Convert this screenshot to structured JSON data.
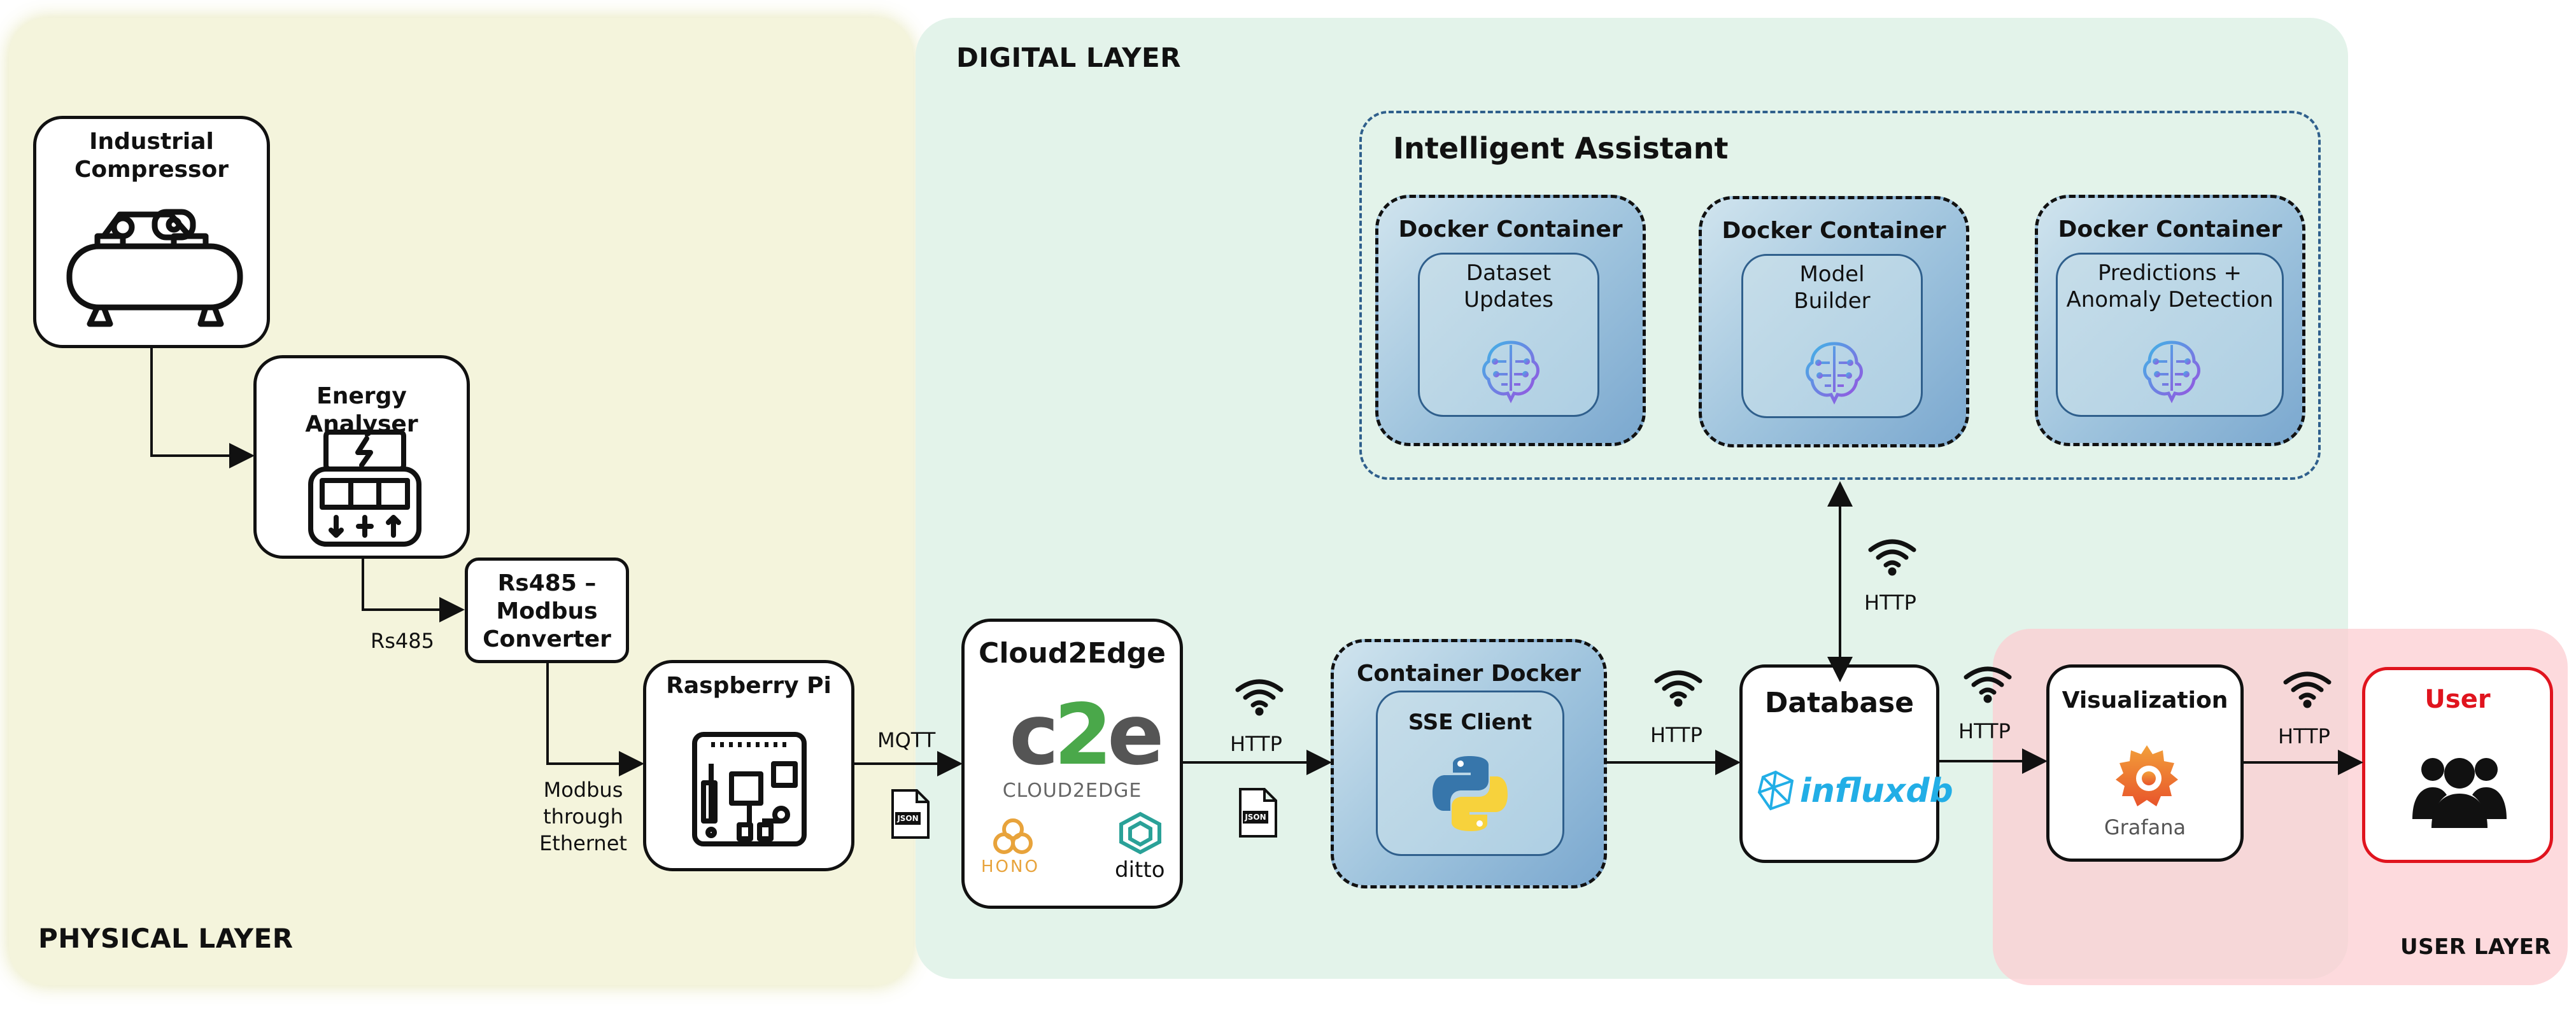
{
  "layers": {
    "physical": "PHYSICAL LAYER",
    "digital": "DIGITAL LAYER",
    "user": "USER LAYER"
  },
  "nodes": {
    "compressor": {
      "title": "Industrial Compressor",
      "icon": "compressor-icon"
    },
    "analyser": {
      "title": "Energy Analyser",
      "icon": "energy-meter-icon"
    },
    "converter": {
      "title": "Rs485 – Modbus Converter"
    },
    "raspberry": {
      "title": "Raspberry Pi",
      "icon": "circuit-board-icon"
    },
    "cloud2edge": {
      "title": "Cloud2Edge",
      "logo_main": "c2e",
      "logo_sub": "CLOUD2EDGE",
      "hono": "HONO",
      "ditto": "ditto"
    },
    "container_docker": {
      "title": "Container Docker",
      "inner": "SSE Client",
      "icon": "python-icon"
    },
    "database": {
      "title": "Database",
      "logo": "influxdb"
    },
    "visualization": {
      "title": "Visualization",
      "logo": "Grafana"
    },
    "user": {
      "title": "User",
      "icon": "users-icon"
    }
  },
  "assistant": {
    "title": "Intelligent Assistant",
    "containers": [
      {
        "title": "Docker Container",
        "inner": "Dataset Updates",
        "icon": "ai-brain-icon"
      },
      {
        "title": "Docker Container",
        "inner": "Model Builder",
        "icon": "ai-brain-icon"
      },
      {
        "title": "Docker Container",
        "inner": "Predictions + Anomaly Detection",
        "icon": "ai-brain-icon"
      }
    ]
  },
  "edges": {
    "rs485": "Rs485",
    "modbus": "Modbus through Ethernet",
    "mqtt": "MQTT",
    "http1": "HTTP",
    "http2": "HTTP",
    "http3": "HTTP",
    "http4": "HTTP",
    "http5": "HTTP",
    "json": "JSON"
  },
  "colors": {
    "physical_bg": "#f4f4dc",
    "digital_bg": "#e3f3ea",
    "user_bg": "#fccdd2",
    "user_accent": "#e0141e",
    "docker_blue": "#9ec3dd",
    "influx_blue": "#22aee6",
    "grafana_orange": "#f0792b",
    "hono_orange": "#e8a33b",
    "c2e_green": "#4aa84a"
  }
}
